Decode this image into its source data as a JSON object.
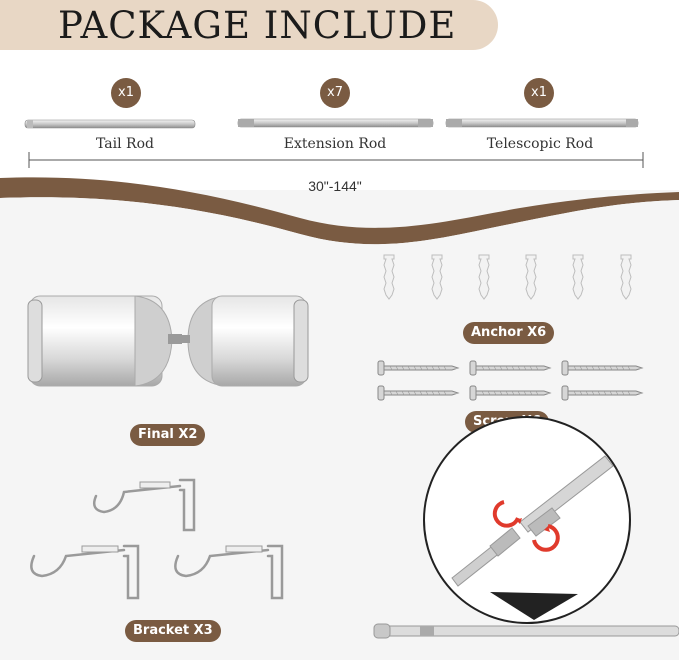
{
  "header": {
    "title": "PACKAGE INCLUDE"
  },
  "rods": [
    {
      "qty": "x1",
      "label": "Tail Rod"
    },
    {
      "qty": "x7",
      "label": "Extension Rod"
    },
    {
      "qty": "x1",
      "label": "Telescopic Rod"
    }
  ],
  "dimension": "30\"-144\"",
  "parts": {
    "anchor": "Anchor X6",
    "screw": "Screw X6",
    "final": "Final X2",
    "bracket": "Bracket X3"
  },
  "colors": {
    "brand_brown": "#7a5b42",
    "banner_beige": "#e8d7c5",
    "arrow_red": "#e03a2c"
  }
}
